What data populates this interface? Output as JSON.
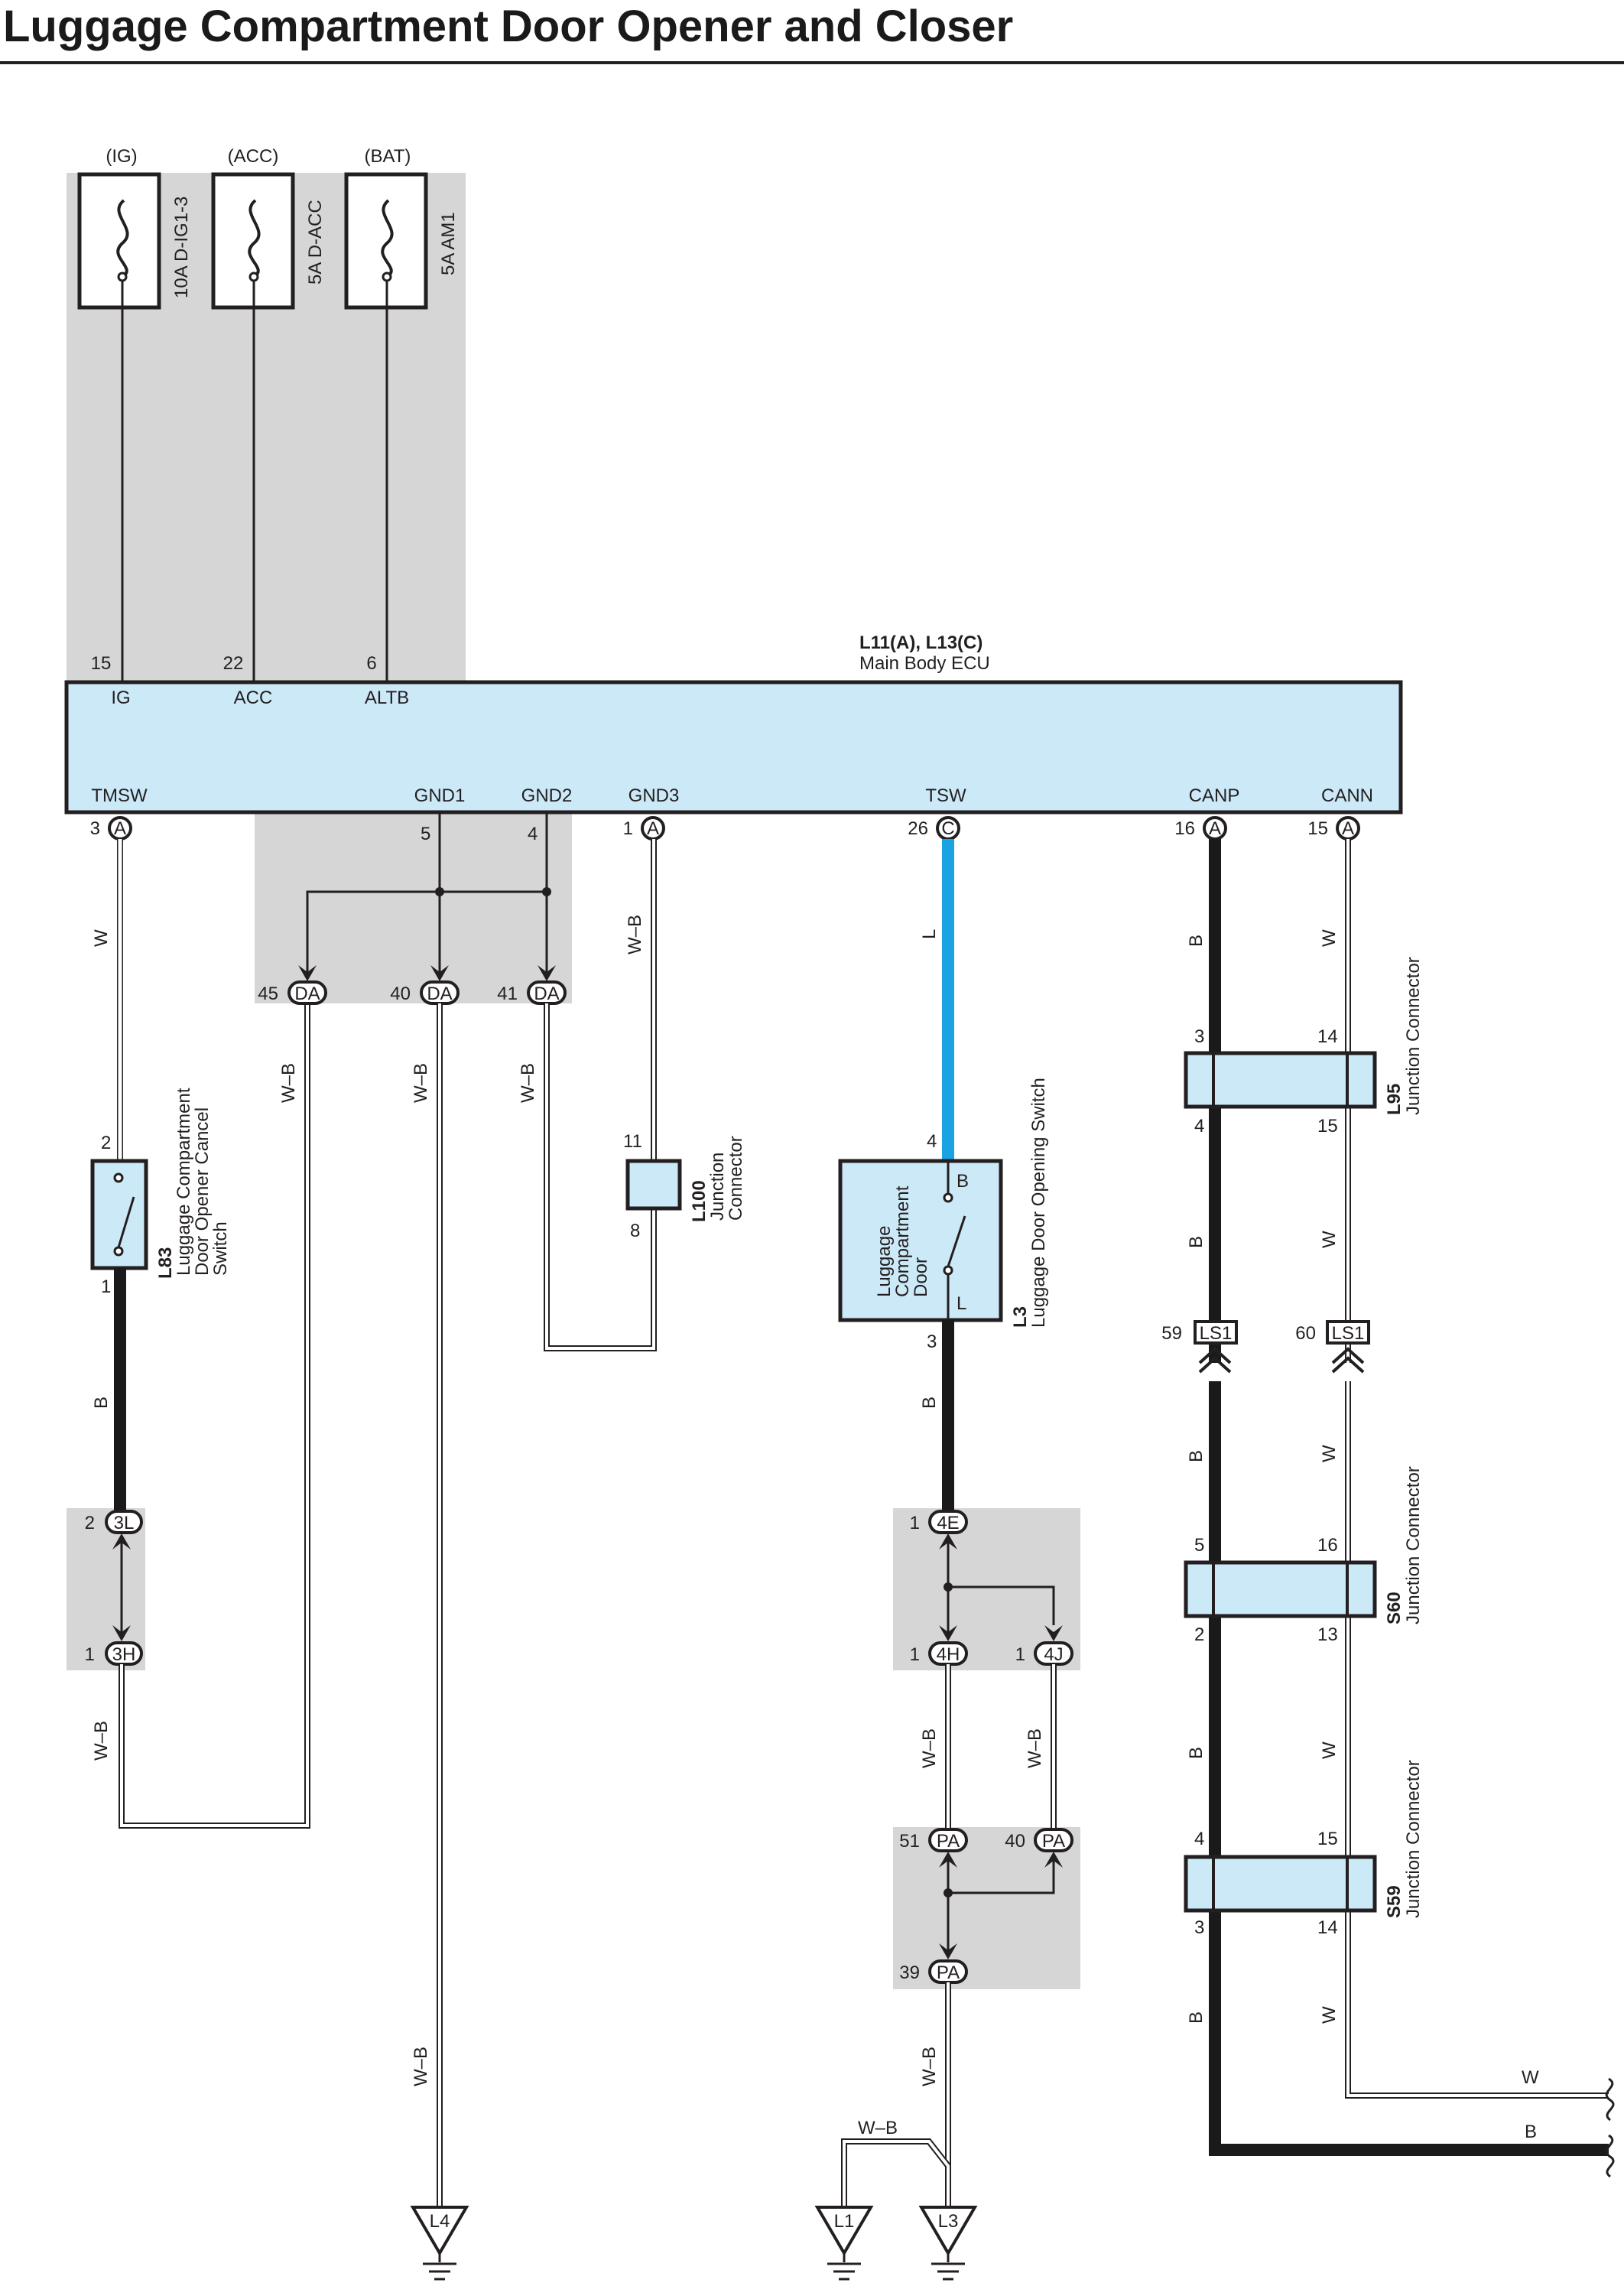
{
  "title": "Luggage Compartment Door Opener and Closer",
  "power_sources": [
    {
      "state": "(IG)",
      "fuse": "10A D-IG1-3"
    },
    {
      "state": "(ACC)",
      "fuse": "5A D-ACC"
    },
    {
      "state": "(BAT)",
      "fuse": "5A AM1"
    }
  ],
  "ecu": {
    "code": "L11(A), L13(C)",
    "name": "Main Body ECU",
    "top_terminals": [
      {
        "pin": "15",
        "name": "IG"
      },
      {
        "pin": "22",
        "name": "ACC"
      },
      {
        "pin": "6",
        "name": "ALTB"
      }
    ],
    "bottom_terminals": [
      {
        "pin": "3",
        "conn": "A",
        "name": "TMSW"
      },
      {
        "pin": "5",
        "name": "GND1"
      },
      {
        "pin": "4",
        "name": "GND2"
      },
      {
        "pin": "1",
        "conn": "A",
        "name": "GND3"
      },
      {
        "pin": "26",
        "conn": "C",
        "name": "TSW"
      },
      {
        "pin": "16",
        "conn": "A",
        "name": "CANP"
      },
      {
        "pin": "15",
        "conn": "A",
        "name": "CANN"
      }
    ]
  },
  "da_connectors": [
    {
      "pin": "45",
      "conn": "DA"
    },
    {
      "pin": "40",
      "conn": "DA"
    },
    {
      "pin": "41",
      "conn": "DA"
    }
  ],
  "wire_colors": {
    "w": "W",
    "b": "B",
    "wb": "W–B",
    "l": "L"
  },
  "l83": {
    "code": "L83",
    "desc_lines": [
      "Luggage Compartment",
      "Door Opener Cancel",
      "Switch"
    ],
    "pin_top": "2",
    "pin_bottom": "1"
  },
  "l100": {
    "code": "L100",
    "desc_lines": [
      "Junction",
      "Connector"
    ],
    "pin_top": "11",
    "pin_bottom": "8"
  },
  "l3": {
    "code": "L3",
    "desc": "Luggage Door Opening Switch",
    "inner_lines": [
      "Luggage",
      "Compartment",
      "Door"
    ],
    "pin_top": "4",
    "pin_bottom": "3",
    "term_b": "B",
    "term_l": "L"
  },
  "conn_3l": {
    "pin": "2",
    "conn": "3L"
  },
  "conn_3h": {
    "pin": "1",
    "conn": "3H"
  },
  "conn_4e": {
    "pin": "1",
    "conn": "4E"
  },
  "conn_4h": {
    "pin": "1",
    "conn": "4H"
  },
  "conn_4j": {
    "pin": "1",
    "conn": "4J"
  },
  "conn_pa51": {
    "pin": "51",
    "conn": "PA"
  },
  "conn_pa40": {
    "pin": "40",
    "conn": "PA"
  },
  "conn_pa39": {
    "pin": "39",
    "conn": "PA"
  },
  "ls1": [
    {
      "pin": "59",
      "conn": "LS1"
    },
    {
      "pin": "60",
      "conn": "LS1"
    }
  ],
  "junctions": [
    {
      "code": "L95",
      "desc": "Junction Connector",
      "pins": [
        "3",
        "14",
        "4",
        "15"
      ]
    },
    {
      "code": "S60",
      "desc": "Junction Connector",
      "pins": [
        "5",
        "16",
        "2",
        "13"
      ]
    },
    {
      "code": "S59",
      "desc": "Junction Connector",
      "pins": [
        "4",
        "15",
        "3",
        "14"
      ]
    }
  ],
  "grounds": [
    "L4",
    "L1",
    "L3"
  ]
}
